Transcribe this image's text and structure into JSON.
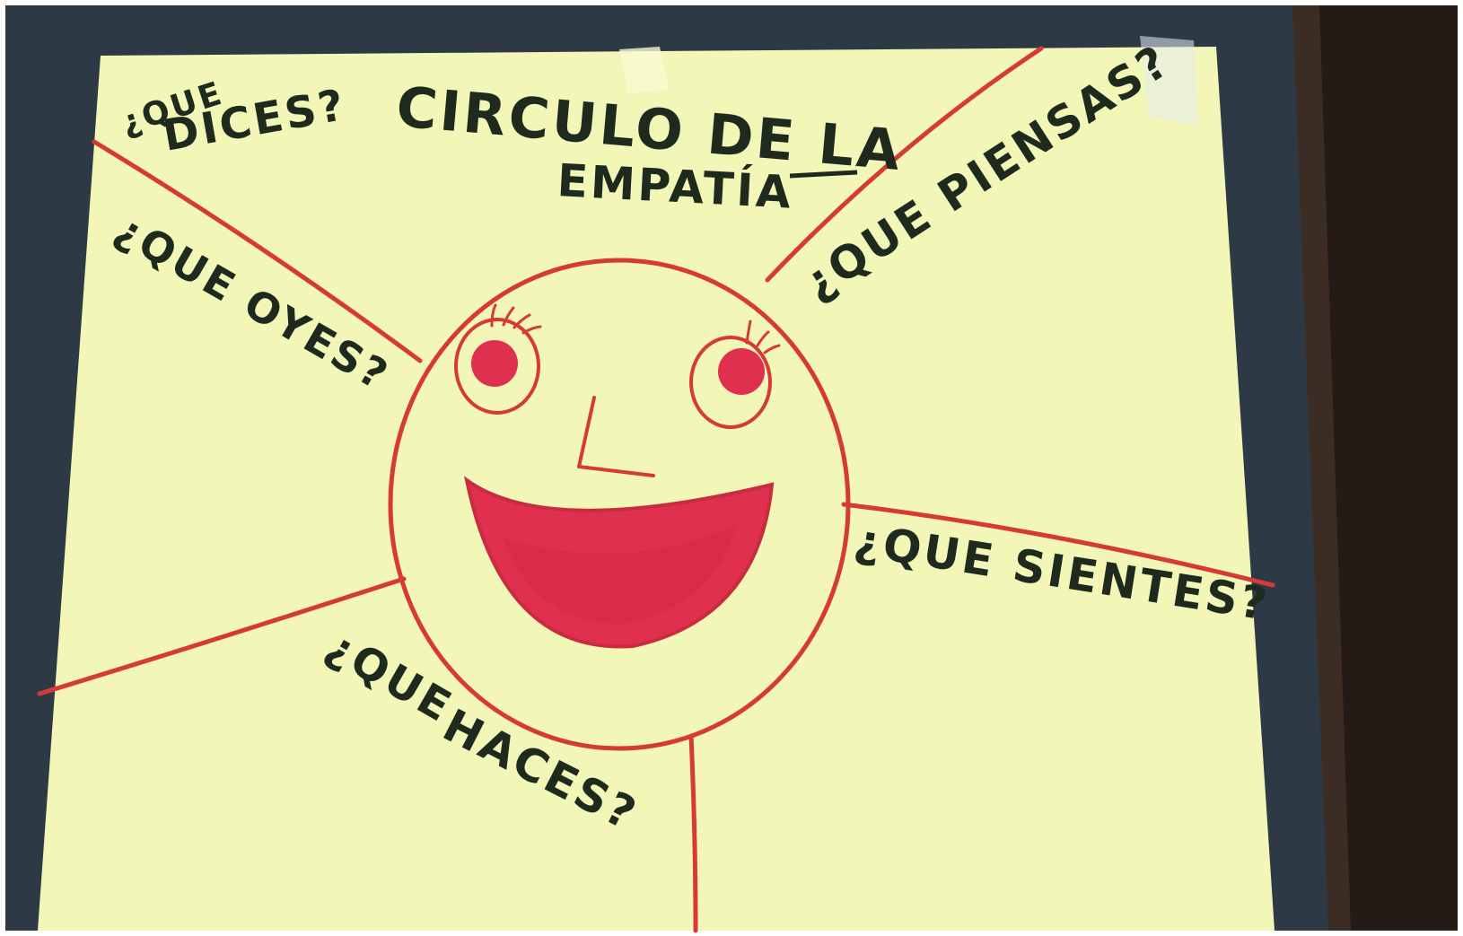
{
  "poster": {
    "title_line1": "CIRCULO DE LA",
    "title_line2": "EMPATÍA",
    "q_dices_line1": "¿QUE",
    "q_dices_line2": "DICES?",
    "q_piensas": "¿QUE PIENSAS?",
    "q_oyes": "¿QUE OYES?",
    "q_sientes": "¿QUE SIENTES?",
    "q_haces_line1": "¿QUE",
    "q_haces_line2": "HACES?"
  },
  "colors": {
    "paper": "#f2f7b8",
    "board": "#2d3a45",
    "frame_dark": "#241b17",
    "marker_red": "#d63a36",
    "marker_pink": "#e0304f",
    "marker_black": "#1f2a1e"
  }
}
